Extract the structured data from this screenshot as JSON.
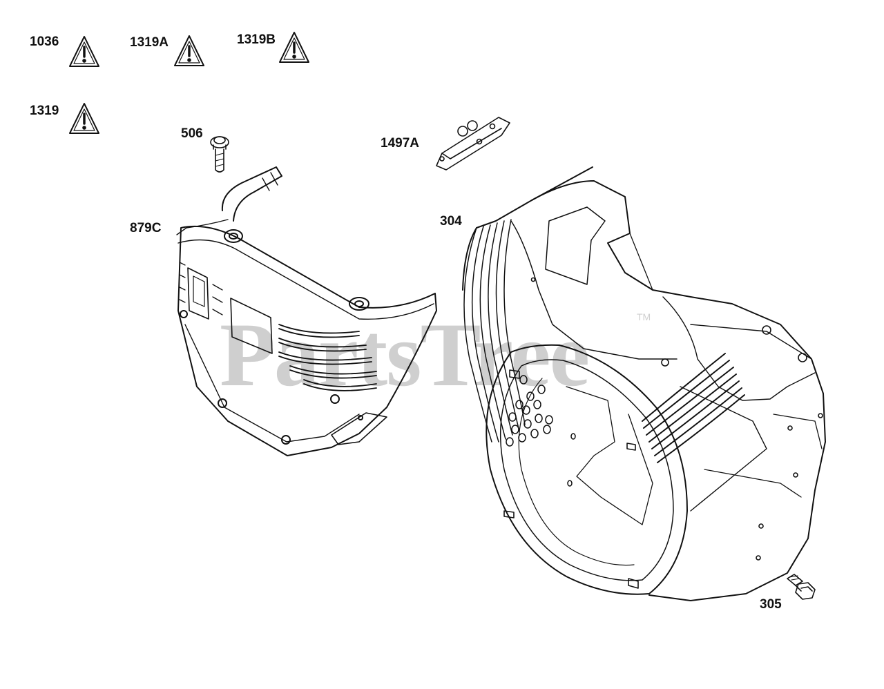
{
  "watermark": {
    "text": "PartsTree",
    "trademark": "TM"
  },
  "labels": {
    "p1036": "1036",
    "p1319A": "1319A",
    "p1319B": "1319B",
    "p1319": "1319",
    "p506": "506",
    "p1497A": "1497A",
    "p879C": "879C",
    "p304": "304",
    "p305": "305"
  },
  "icons": {
    "warning": "warning-triangle-icon"
  }
}
